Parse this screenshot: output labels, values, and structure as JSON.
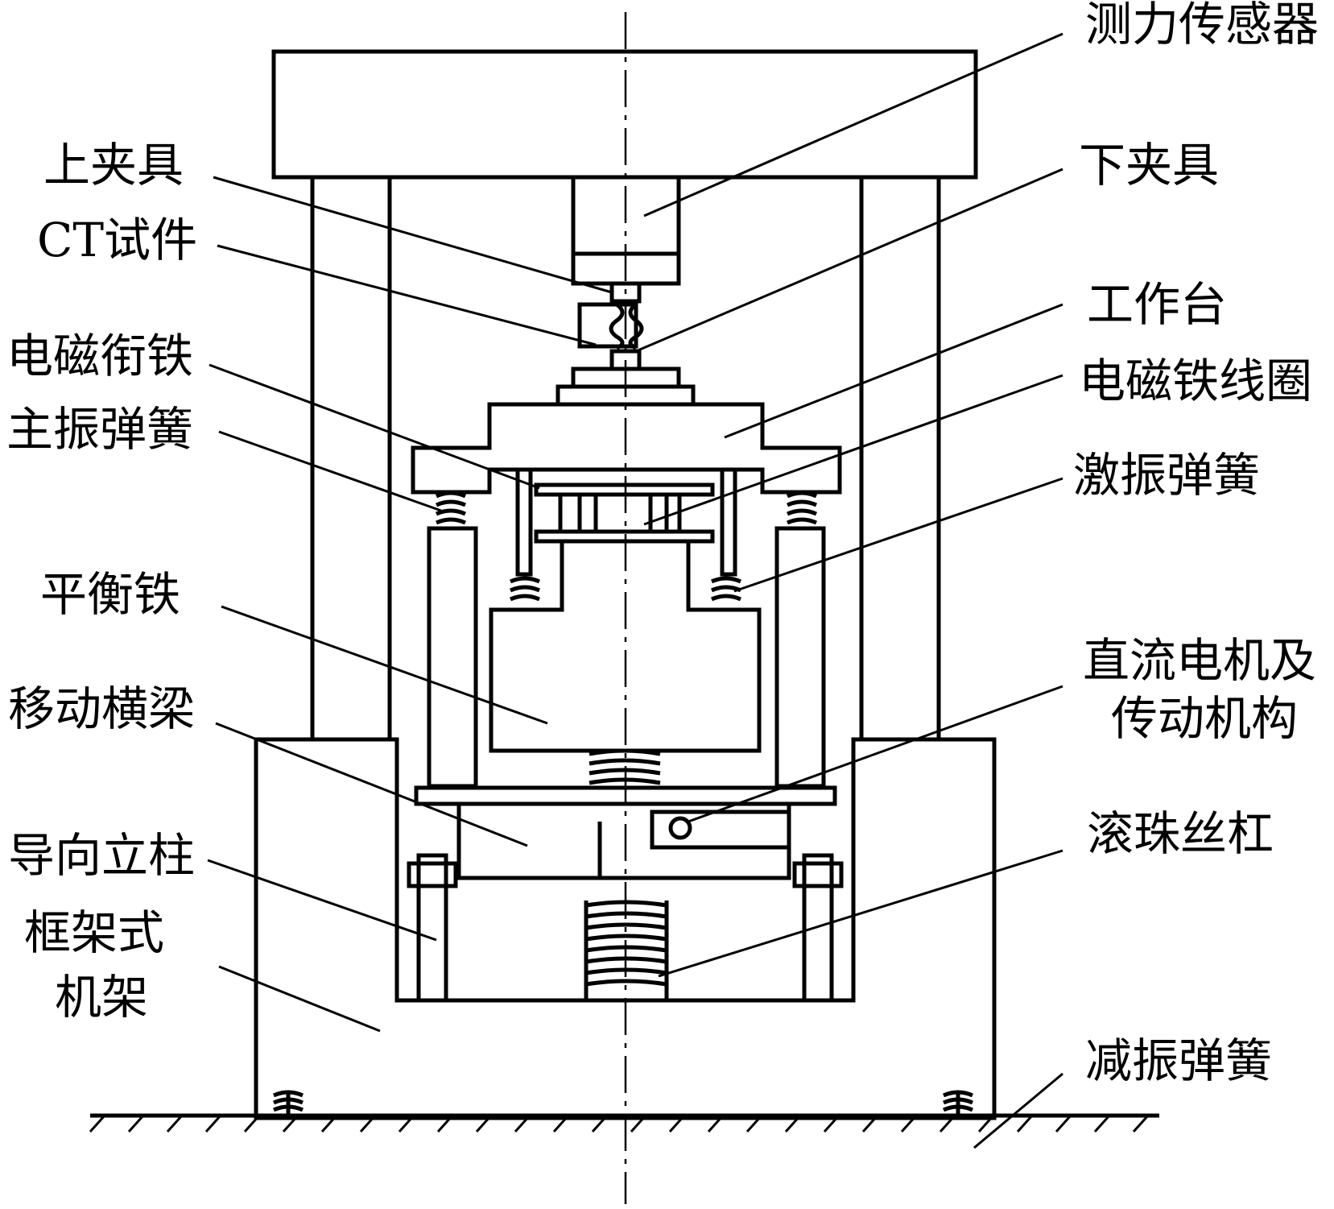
{
  "labels": {
    "load_cell": "测力传感器",
    "upper_clamp": "上夹具",
    "lower_clamp": "下夹具",
    "ct_specimen": "CT试件",
    "worktable": "工作台",
    "armature": "电磁衔铁",
    "coil": "电磁铁线圈",
    "main_spring": "主振弹簧",
    "exciter_spring": "激振弹簧",
    "balance_iron": "平衡铁",
    "dc_motor_line1": "直流电机及",
    "dc_motor_line2": "传动机构",
    "crossbeam": "移动横梁",
    "ball_screw": "滚珠丝杠",
    "guide_column": "导向立柱",
    "frame_line1": "框架式",
    "frame_line2": "机架",
    "damping_spring": "减振弹簧"
  }
}
